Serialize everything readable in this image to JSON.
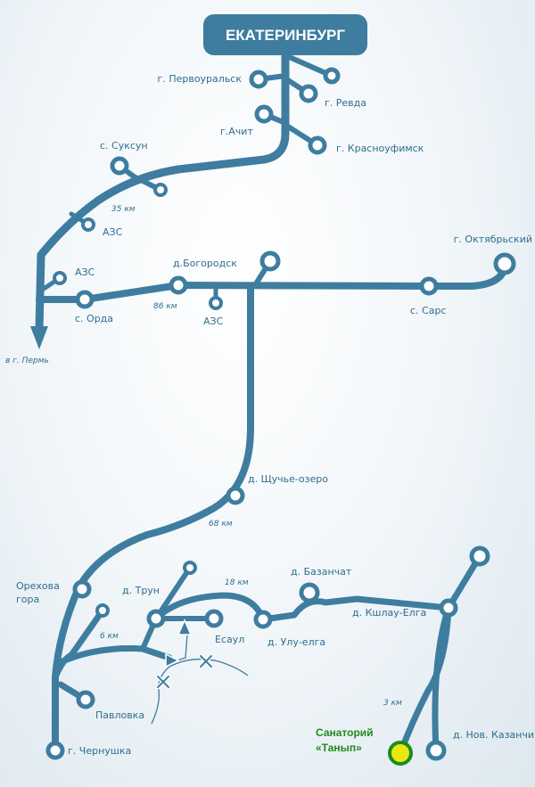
{
  "title": "ЕКАТЕРИНБУРГ",
  "colors": {
    "road": "#3e7d9f",
    "node_fill": "#ffffff",
    "label": "#2f6d8e",
    "destination_text": "#1f8a1f",
    "destination_dot": "#e8e812"
  },
  "places": {
    "pervouralsk": "г. Первоуральск",
    "revda": "г. Ревда",
    "achit": "г.Ачит",
    "krasnoufimsk": "г. Красноуфимск",
    "suksun": "с. Суксун",
    "azs1": "АЗС",
    "azs2": "АЗС",
    "azs3": "АЗС",
    "orda": "с. Орда",
    "bogorodsk": "д.Богородск",
    "oktyabrsky": "г. Октябрьский",
    "sars": "с. Сарс",
    "perm": "в г. Пермь",
    "schuchye": "д. Щучье-озеро",
    "orekhova": [
      "Орехова",
      "гора"
    ],
    "trun": "д. Трун",
    "bazanchat": "д. Базанчат",
    "esaul": "Есаул",
    "ulu_elga": "д. Улу-елга",
    "kshlau": "д. Кшлау-Елга",
    "pavlovka": "Павловка",
    "chernushka": "г. Чернушка",
    "nov_kazanchi": "д. Нов. Казанчи"
  },
  "distances": {
    "d35": "35 км",
    "d86": "86 км",
    "d68": "68 км",
    "d18": "18 км",
    "d6": "6 км",
    "d3": "3 км"
  },
  "destination": [
    "Санаторий",
    "«Танып»"
  ]
}
